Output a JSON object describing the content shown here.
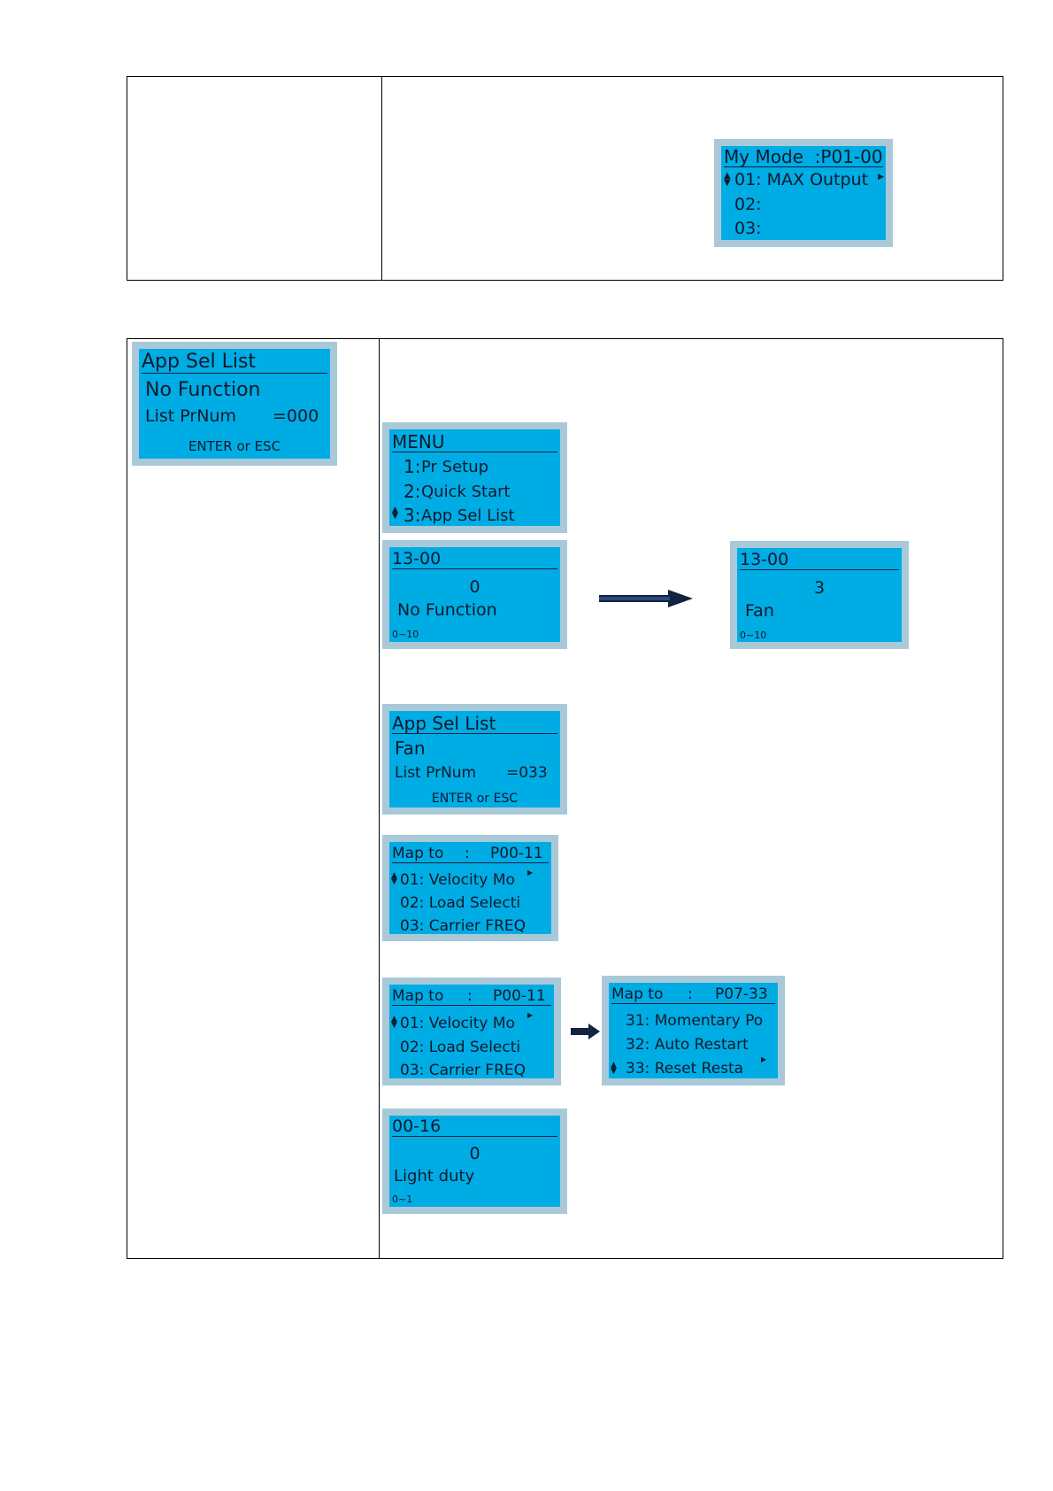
{
  "table1": {
    "lcd_mymode": {
      "title": "My Mode  :P01-00",
      "row1": "01: MAX Output",
      "row2": "02:",
      "row3": "03:"
    }
  },
  "table2": {
    "lcd_appsel_nofunc": {
      "title": "App Sel List",
      "line1": "No Function",
      "line2_label": "List PrNum",
      "line2_value": "=000",
      "footer": "ENTER or ESC"
    },
    "lcd_menu": {
      "title": "MENU",
      "item1_num": "1:",
      "item1_text": "Pr Setup",
      "item2_num": "2:",
      "item2_text": "Quick Start",
      "item3_num": "3:",
      "item3_text": "App Sel List"
    },
    "lcd_1300_before": {
      "title": "13-00",
      "value": "0",
      "name": "No Function",
      "range": "0~10"
    },
    "lcd_1300_after": {
      "title": "13-00",
      "value": "3",
      "name": "Fan",
      "range": "0~10"
    },
    "lcd_appsel_fan": {
      "title": "App Sel List",
      "line1": "Fan",
      "line2_label": "List PrNum",
      "line2_value": "=033",
      "footer": "ENTER or ESC"
    },
    "lcd_mapto_1": {
      "title_label": "Map to",
      "title_sep": ":",
      "title_param": "P00-11",
      "row1": "01: Velocity Mo",
      "row2": "02: Load Selecti",
      "row3": "03: Carrier FREQ"
    },
    "lcd_mapto_2": {
      "title_label": "Map to",
      "title_sep": ":",
      "title_param": "P00-11",
      "row1": "01: Velocity Mo",
      "row2": "02: Load Selecti",
      "row3": "03: Carrier FREQ"
    },
    "lcd_mapto_3": {
      "title_label": "Map to",
      "title_sep": ":",
      "title_param": "P07-33",
      "row1": "31: Momentary Po",
      "row2": "32: Auto Restart",
      "row3": "33: Reset Resta"
    },
    "lcd_0016": {
      "title": "00-16",
      "value": "0",
      "name": "Light duty",
      "range": "0~1"
    }
  },
  "icons": {
    "updown": "up-down-arrow-icon",
    "right": "right-triangle-icon",
    "flow": "flow-arrow-icon"
  },
  "colors": {
    "lcd_screen": "#00ace4",
    "lcd_bezel": "#a9c9d8",
    "lcd_text": "#0d1a2c",
    "arrow": "#12233f"
  }
}
